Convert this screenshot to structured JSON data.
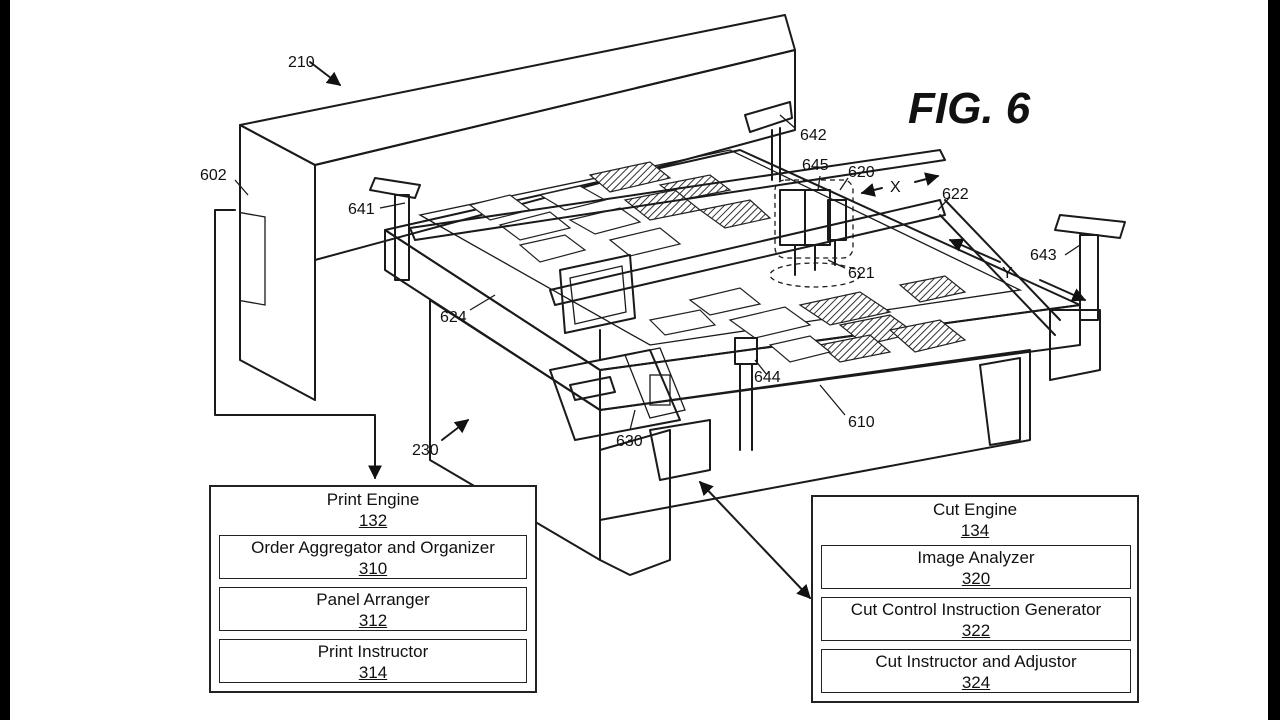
{
  "figure": {
    "title": "FIG. 6",
    "refs": {
      "r210": "210",
      "r602": "602",
      "r641": "641",
      "r642": "642",
      "r645": "645",
      "r620": "620",
      "r622": "622",
      "r643": "643",
      "r621": "621",
      "r624": "624",
      "r644": "644",
      "r610": "610",
      "r630": "630",
      "r230": "230",
      "axis_x": "X",
      "axis_y": "Y"
    }
  },
  "print_engine": {
    "title": "Print Engine",
    "number": "132",
    "modules": [
      {
        "title": "Order Aggregator and Organizer",
        "number": "310"
      },
      {
        "title": "Panel Arranger",
        "number": "312"
      },
      {
        "title": "Print Instructor",
        "number": "314"
      }
    ]
  },
  "cut_engine": {
    "title": "Cut Engine",
    "number": "134",
    "modules": [
      {
        "title": "Image Analyzer",
        "number": "320"
      },
      {
        "title": "Cut Control Instruction Generator",
        "number": "322"
      },
      {
        "title": "Cut Instructor and Adjustor",
        "number": "324"
      }
    ]
  }
}
